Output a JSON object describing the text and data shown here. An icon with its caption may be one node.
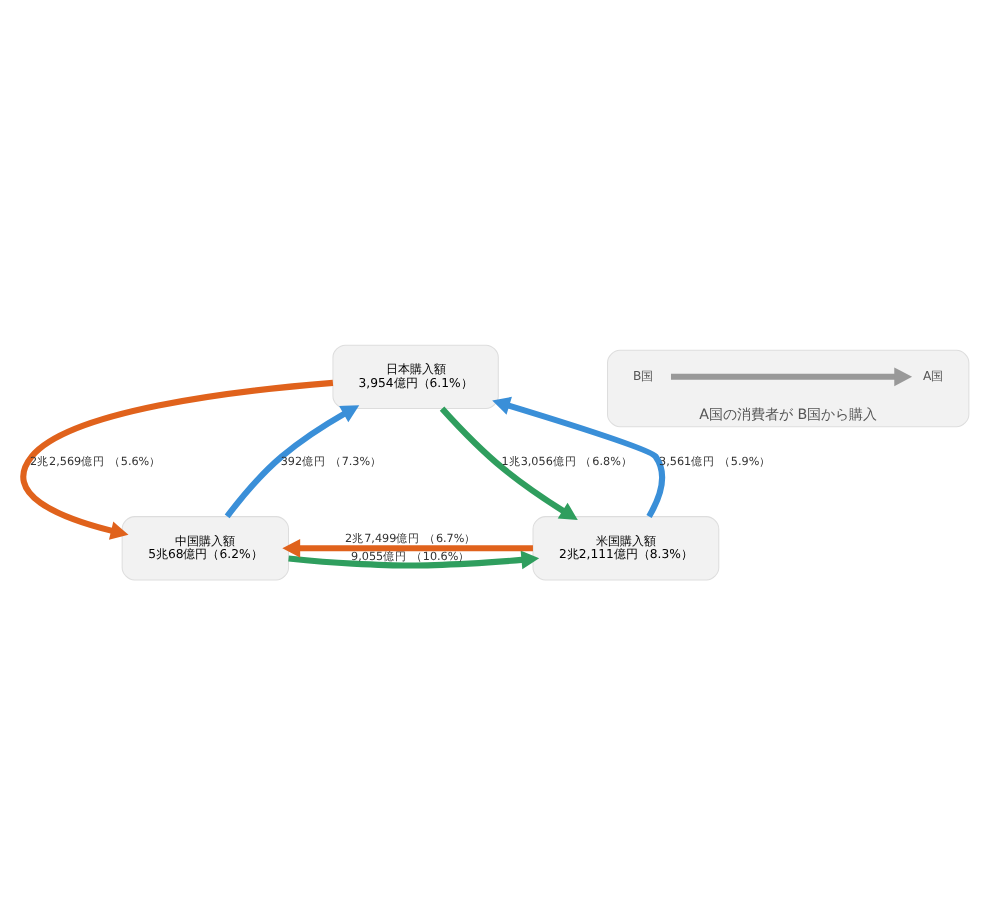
{
  "diagram": {
    "nodes": [
      {
        "text": [
          "日本購入額",
          "3,954億円（6.1%）"
        ]
      },
      {
        "text": [
          "中国購入額",
          "5兆68億円（6.2%）"
        ]
      },
      {
        "text": [
          "米国購入額",
          "2兆2,111億円（8.3%）"
        ]
      },
      {
        "text": [
          "A国の消費者が B国から購入"
        ]
      },
      {
        "text": [
          "A国"
        ],
        "in": 3
      },
      {
        "text": [
          "B国"
        ],
        "in": 3
      }
    ],
    "edges": [
      {
        "from": 0,
        "to": 1,
        "arrow": "to",
        "label": "2兆2,569億円 （5.6%）",
        "color": "#e0621c"
      },
      {
        "from": 1,
        "to": 0,
        "arrow": "to",
        "label": "392億円 （7.3%）",
        "color": "#3a8fd8"
      },
      {
        "from": 0,
        "to": 2,
        "arrow": "to",
        "label": "1兆3,056億円 （6.8%）",
        "color": "#2f9e5e"
      },
      {
        "from": 2,
        "to": 0,
        "arrow": "to",
        "label": "3,561億円 （5.9%）",
        "color": "#3a8fd8"
      },
      {
        "from": 2,
        "to": 1,
        "arrow": "to",
        "label": "2兆7,499億円 （6.7%）",
        "color": "#e0621c"
      },
      {
        "from": 1,
        "to": 2,
        "arrow": "to",
        "label": "9,055億円 （10.6%）",
        "color": "#2f9e5e"
      },
      {
        "from": 5,
        "to": 4,
        "arrow": "to",
        "color": "#999999"
      }
    ]
  }
}
